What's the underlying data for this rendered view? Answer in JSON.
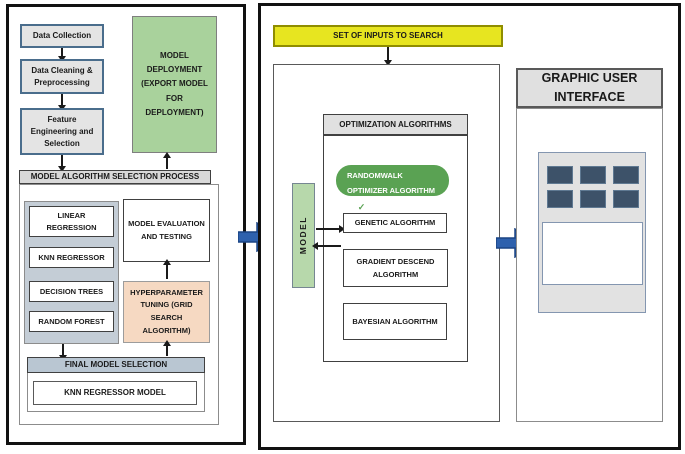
{
  "left_panel": {
    "steps": [
      "Data Collection",
      "Data Cleaning & Preprocessing",
      "Feature Engineering and Selection"
    ],
    "deployment_label": "MODEL DEPLOYMENT (EXPORT MODEL FOR DEPLOYMENT)",
    "selection_process": {
      "title": "MODEL ALGORITHM SELECTION PROCESS",
      "candidate_models": [
        "LINEAR REGRESSION",
        "KNN REGRESSOR",
        "DECISION TREES",
        "RANDOM FOREST"
      ],
      "evaluation_label": "MODEL EVALUATION AND TESTING",
      "tuning_label": "HYPERPARAMETER TUNING (GRID SEARCH ALGORITHM)"
    },
    "final_selection": {
      "title": "FINAL MODEL SELECTION",
      "model_label": "KNN REGRESSOR MODEL"
    }
  },
  "middle_panel": {
    "inputs_banner": "SET OF INPUTS TO SEARCH",
    "model_box_label": "MODEL",
    "optimization": {
      "title": "OPTIMIZATION ALGORITHMS",
      "selected_algorithm": "RANDOMWALK OPTIMIZER ALGORITHM",
      "algorithms": [
        "GENETIC ALGORITHM",
        "GRADIENT DESCEND ALGORITHM",
        "BAYESIAN ALGORITHM"
      ]
    }
  },
  "right_panel": {
    "title": "GRAPHIC USER INTERFACE"
  },
  "icons": {
    "check": "✓"
  },
  "colors": {
    "banner_yellow": "#e7e520",
    "selected_optimizer_green": "#5aa253",
    "deployment_green": "#a9d29c",
    "model_box_green": "#b7d8ab",
    "tuning_peach": "#f6d9c2",
    "candidates_panel_bluegray": "#c4cdd6",
    "final_header_bluegray": "#b9c6d2",
    "section_header_gray": "#d9d9d9",
    "flow_arrow_blue": "#2e61ad",
    "gui_tile_navy": "#3d5269"
  }
}
